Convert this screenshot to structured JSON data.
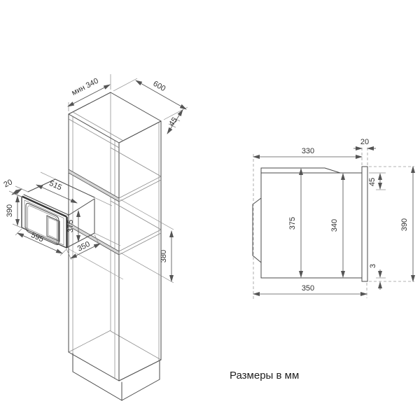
{
  "caption": "Размеры в мм",
  "iso_view": {
    "cabinet": {
      "depth_min": "мин 340",
      "width": "600",
      "front_frame": "45",
      "niche_height": "380"
    },
    "microwave": {
      "overhang": "20",
      "cavity_width": "515",
      "height": "390",
      "cavity_height": "375",
      "width": "595",
      "depth": "350"
    }
  },
  "side_view": {
    "body_depth": "330",
    "frame_thickness": "20",
    "top_clearance": "45",
    "cavity_height": "375",
    "front_opening_height": "340",
    "frame_height": "390",
    "bottom_gap": "3",
    "total_depth": "350"
  },
  "colors": {
    "line": "#4a4a4a",
    "dimension": "#555555",
    "text": "#333333",
    "shelf_band": "#d6d6d6",
    "background": "#ffffff"
  }
}
